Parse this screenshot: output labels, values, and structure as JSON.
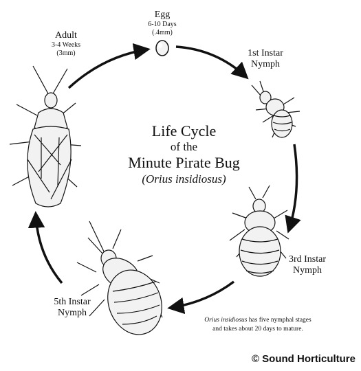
{
  "title": {
    "line1": "Life Cycle",
    "line2": "of the",
    "line3": "Minute Pirate Bug",
    "line4": "(Orius insidiosus)"
  },
  "stages": {
    "egg": {
      "name": "Egg",
      "detail1": "6-10 Days",
      "detail2": "(.4mm)"
    },
    "instar1": {
      "name1": "1st Instar",
      "name2": "Nymph"
    },
    "instar3": {
      "name1": "3rd Instar",
      "name2": "Nymph"
    },
    "instar5": {
      "name1": "5th Instar",
      "name2": "Nymph"
    },
    "adult": {
      "name": "Adult",
      "detail1": "3-4 Weeks",
      "detail2": "(3mm)"
    }
  },
  "note": {
    "species": "Orius insidiosus",
    "text1": " has five nymphal stages",
    "text2": "and takes about 20 days to mature."
  },
  "credit": "© Sound Horticulture"
}
